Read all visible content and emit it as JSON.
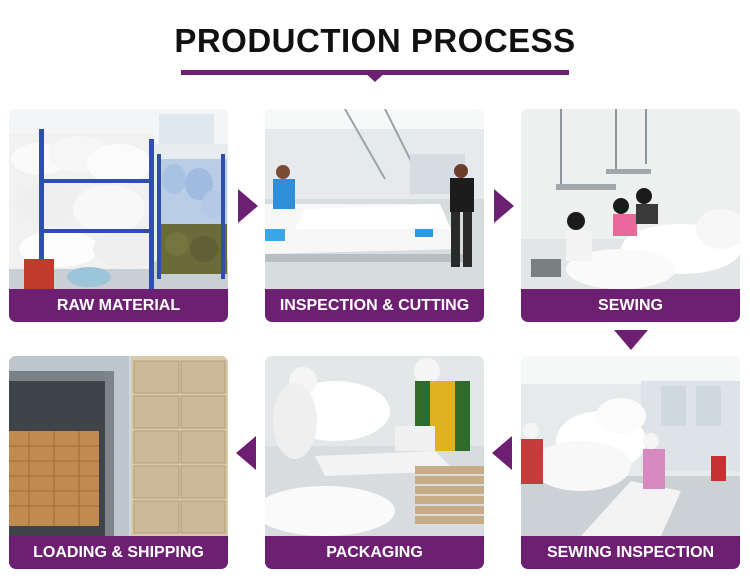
{
  "title": "PRODUCTION PROCESS",
  "accent_color": "#6d1f72",
  "steps": {
    "raw_material": "RAW MATERIAL",
    "inspection_cutting": "INSPECTION & CUTTING",
    "sewing": "SEWING",
    "sewing_inspection": "SEWING INSPECTION",
    "packaging": "PACKAGING",
    "loading_shipping": "LOADING & SHIPPING"
  },
  "arrows": [
    "arrow-right-icon",
    "arrow-right-icon",
    "arrow-down-icon",
    "arrow-left-icon",
    "arrow-left-icon"
  ]
}
